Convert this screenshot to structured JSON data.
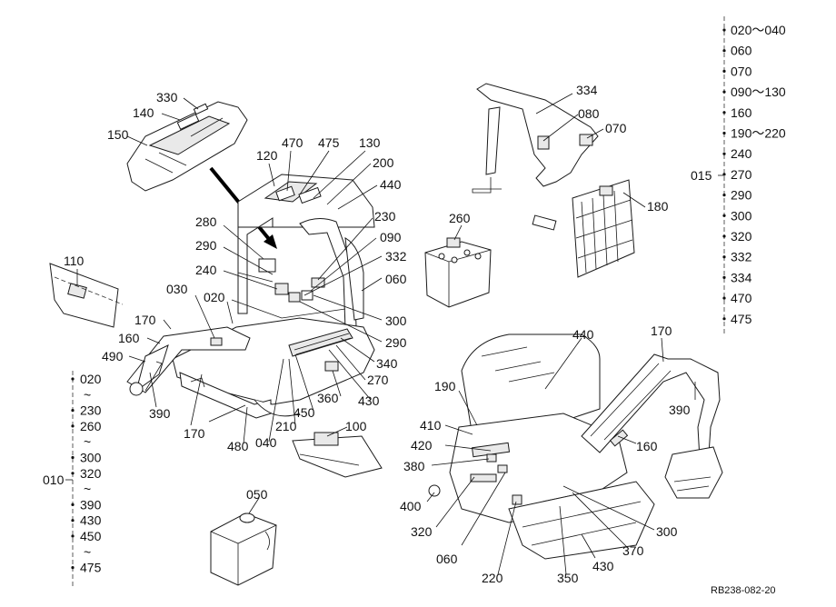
{
  "reference": "RB238-082-20",
  "callouts": {
    "c330": "330",
    "c140": "140",
    "c150": "150",
    "c120": "120",
    "c470": "470",
    "c475": "475",
    "c130": "130",
    "c200": "200",
    "c440a": "440",
    "c280": "280",
    "c290a": "290",
    "c240": "240",
    "c230": "230",
    "c090": "090",
    "c332": "332",
    "c060a": "060",
    "c300a": "300",
    "c290b": "290",
    "c340": "340",
    "c270": "270",
    "c360": "360",
    "c430a": "430",
    "c450": "450",
    "c210": "210",
    "c040": "040",
    "c480": "480",
    "c100": "100",
    "c110": "110",
    "c030": "030",
    "c020": "020",
    "c170a": "170",
    "c160a": "160",
    "c490": "490",
    "c390a": "390",
    "c170b": "170",
    "c050": "050",
    "c334": "334",
    "c080": "080",
    "c070": "070",
    "c260": "260",
    "c180": "180",
    "c440b": "440",
    "c170c": "170",
    "c190": "190",
    "c390b": "390",
    "c410": "410",
    "c420": "420",
    "c160b": "160",
    "c380": "380",
    "c400": "400",
    "c320": "320",
    "c060b": "060",
    "c300b": "300",
    "c370": "370",
    "c220": "220",
    "c350": "350",
    "c430b": "430"
  },
  "group_left": {
    "assembly": "010",
    "items": [
      "020",
      "~",
      "230",
      "260",
      "~",
      "300",
      "320",
      "~",
      "390",
      "430",
      "450",
      "~",
      "475"
    ]
  },
  "group_right": {
    "assembly": "015",
    "items": [
      "020～040",
      "060",
      "070",
      "090～130",
      "160",
      "190～220",
      "240",
      "270",
      "290",
      "300",
      "320",
      "332",
      "334",
      "470",
      "475"
    ]
  }
}
